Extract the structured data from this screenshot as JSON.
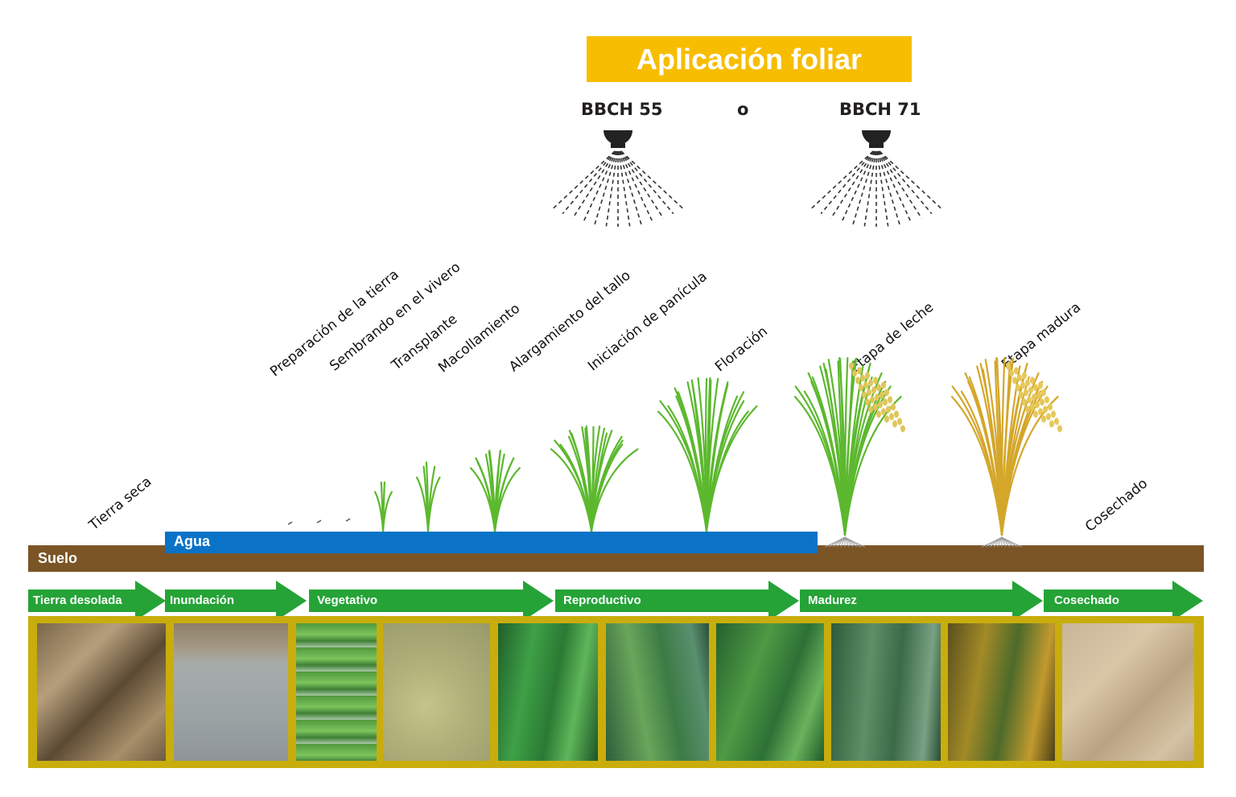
{
  "header": {
    "title": "Aplicación foliar",
    "bbch_left": "BBCH 55",
    "connector": "o",
    "bbch_right": "BBCH 71"
  },
  "stages": [
    "Tierra seca",
    "Preparación de la tierra",
    "Sembrando en el vivero",
    "Transplante",
    "Macollamiento",
    "Alargamiento del tallo",
    "Iniciación de panícula",
    "Floración",
    "Etapa de leche",
    "Etapa madura",
    "Cosechado"
  ],
  "layers": {
    "water": "Agua",
    "soil": "Suelo"
  },
  "phases": [
    "Tierra desolada",
    "Inundación",
    "Vegetativo",
    "Reproductivo",
    "Madurez",
    "Cosechado"
  ],
  "colors": {
    "title_bg": "#f7bd00",
    "water": "#0a73c8",
    "soil": "#7b5526",
    "phase_arrow": "#25a337",
    "frame": "#c9ad0c",
    "plant_green": "#5cb82e",
    "plant_gold": "#d4a62a"
  }
}
